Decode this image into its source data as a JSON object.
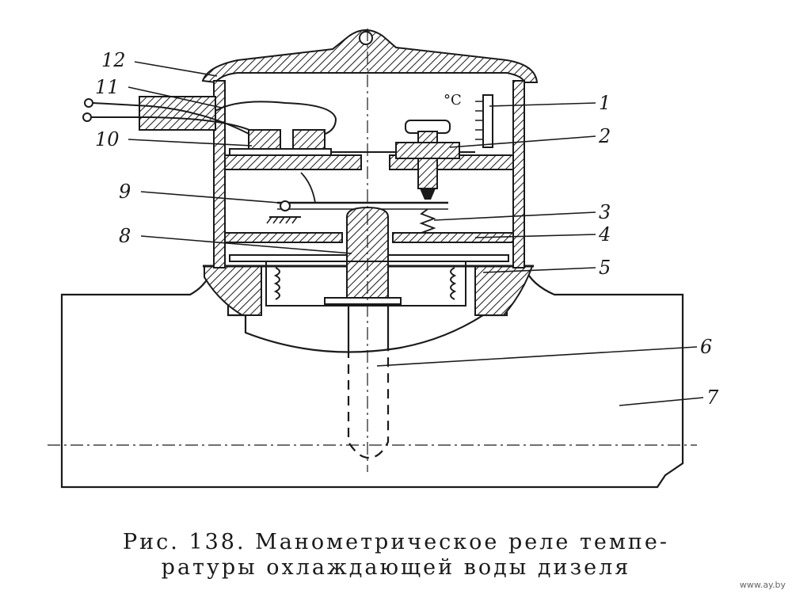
{
  "diagram": {
    "unit_label": "°C",
    "part_labels": [
      "1",
      "2",
      "3",
      "4",
      "5",
      "6",
      "7",
      "8",
      "9",
      "10",
      "11",
      "12"
    ]
  },
  "caption": {
    "line1": "Рис. 138. Манометрическое реле темпе-",
    "line2": "ратуры охлаждающей воды дизеля"
  },
  "watermark": "www.ay.by",
  "colors": {
    "ink": "#1a1a1a",
    "paper": "#ffffff"
  }
}
